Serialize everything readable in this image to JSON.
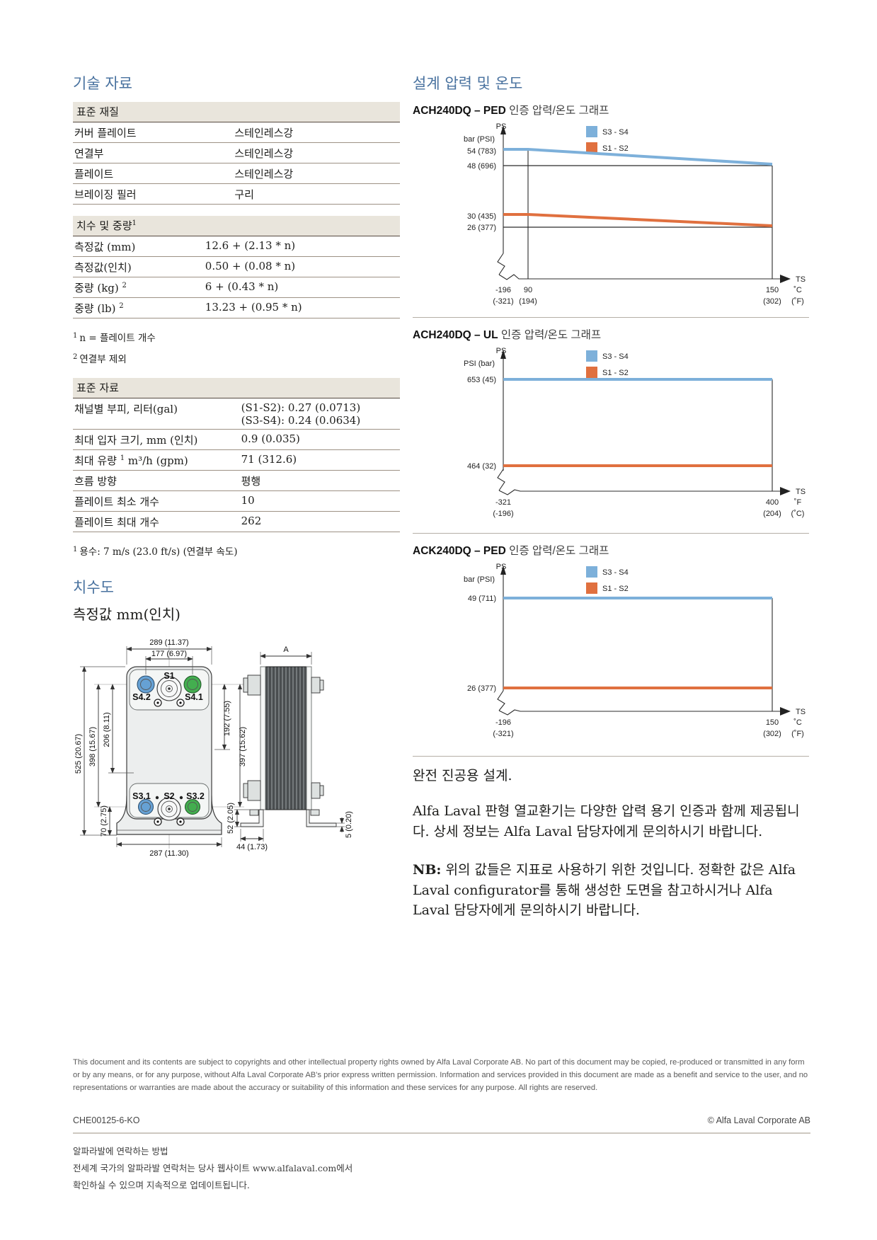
{
  "left": {
    "tech_title": "기술 자료",
    "materials": {
      "header": "표준 재질",
      "rows": [
        {
          "label": "커버 플레이트",
          "value": "스테인레스강"
        },
        {
          "label": "연결부",
          "value": "스테인레스강"
        },
        {
          "label": "플레이트",
          "value": "스테인레스강"
        },
        {
          "label": "브레이징 필러",
          "value": "구리"
        }
      ]
    },
    "dw": {
      "header": "치수 및 중량",
      "header_sup": "1",
      "rows": [
        {
          "label": "측정값 (mm)",
          "value": "12.6 + (2.13 * n)"
        },
        {
          "label": "측정값(인치)",
          "value": "0.50 + (0.08 * n)"
        },
        {
          "label": "중량 (kg)",
          "sup": "2",
          "value": "6 + (0.43 * n)"
        },
        {
          "label": "중량 (lb)",
          "sup": "2",
          "value": "13.23 + (0.95 * n)"
        }
      ],
      "footnotes": [
        {
          "sup": "1",
          "text": "n = 플레이트 개수"
        },
        {
          "sup": "2",
          "text": "연결부 제외"
        }
      ]
    },
    "std": {
      "header": "표준 자료",
      "rows": [
        {
          "label": "채널별 부피, 리터(gal)",
          "v1": "(S1-S2): 0.27 (0.0713)",
          "v2": "(S3-S4): 0.24 (0.0634)"
        },
        {
          "label": "최대 입자 크기, mm (인치)",
          "v1": "0.9 (0.035)"
        },
        {
          "label_pre": "최대 유량",
          "label_sup": "1",
          "label_post": " m³/h (gpm)",
          "v1": "71 (312.6)"
        },
        {
          "label": "흐름 방향",
          "v1": "평행"
        },
        {
          "label": "플레이트 최소 개수",
          "v1": "10"
        },
        {
          "label": "플레이트 최대 개수",
          "v1": "262"
        }
      ],
      "footnote": {
        "sup": "1",
        "text": "용수: 7 m/s (23.0 ft/s) (연결부 속도)"
      }
    },
    "dims_title": "치수도",
    "dims_subtitle": "측정값 mm(인치)",
    "drawing": {
      "dim_289": "289 (11.37)",
      "dim_177": "177 (6.97)",
      "dim_A": "A",
      "dim_525": "525 (20.67)",
      "dim_398": "398 (15.67)",
      "dim_206": "206 (8.11)",
      "dim_192": "192 (7.55)",
      "dim_397": "397 (15.62)",
      "dim_70": "70 (2.75)",
      "dim_287": "287 (11.30)",
      "dim_52": "52 (2.05)",
      "dim_44": "44 (1.73)",
      "dim_5": "5 (0.20)",
      "port_s1": "S1",
      "port_s42": "S4.2",
      "port_s41": "S4.1",
      "port_s31": "S3.1",
      "port_s2": "S2",
      "port_s32": "S3.2"
    }
  },
  "right": {
    "design_title": "설계 압력 및 온도",
    "charts": [
      {
        "model": "ACH240DQ – PED",
        "title_rest": " 인증 압력/온도 그래프",
        "legend1": "S3 - S4",
        "legend2": "S1 - S2",
        "ps": "PS",
        "ts": "TS",
        "y_unit": "bar (PSI)",
        "xu1": "˚C",
        "xu2": "(˚F)",
        "yticks": [
          "54  (783)",
          "48  (696)",
          "30  (435)",
          "26  (377)"
        ],
        "xt": [
          {
            "v": "-196",
            "s": "(-321)"
          },
          {
            "v": "90",
            "s": "(194)"
          },
          {
            "v": "150",
            "s": "(302)"
          }
        ]
      },
      {
        "model": "ACH240DQ – UL",
        "title_rest": " 인증 압력/온도 그래프",
        "legend1": "S3 - S4",
        "legend2": "S1 - S2",
        "ps": "PS",
        "ts": "TS",
        "y_unit": "PSI (bar)",
        "xu1": "˚F",
        "xu2": "(˚C)",
        "yticks": [
          "653 (45)",
          "464 (32)"
        ],
        "xt": [
          {
            "v": "-321",
            "s": "(-196)"
          },
          {
            "v": "400",
            "s": "(204)"
          }
        ]
      },
      {
        "model": "ACK240DQ – PED",
        "title_rest": " 인증 압력/온도 그래프",
        "legend1": "S3 - S4",
        "legend2": "S1 - S2",
        "ps": "PS",
        "ts": "TS",
        "y_unit": "bar (PSI)",
        "xu1": "˚C",
        "xu2": "(˚F)",
        "yticks": [
          "49  (711)",
          "26  (377)"
        ],
        "xt": [
          {
            "v": "-196",
            "s": "(-321)"
          },
          {
            "v": "150",
            "s": "(302)"
          }
        ]
      }
    ],
    "vacuum_note": "완전 진공용 설계.",
    "certs_paragraph": "Alfa Laval 판형 열교환기는 다양한 압력 용기 인증과 함께 제공됩니다. 상세 정보는 Alfa Laval 담당자에게 문의하시기 바랍니다.",
    "nb_label": "NB:",
    "nb_text": " 위의 값들은 지표로 사용하기 위한 것입니다. 정확한 값은 Alfa Laval configurator를 통해 생성한 도면을 참고하시거나 Alfa Laval 담당자에게 문의하시기 바랍니다."
  },
  "footer": {
    "legal": "This document and its contents are subject to copyrights and other intellectual property rights owned by Alfa Laval Corporate AB. No part of this document may be copied, re-produced or transmitted in any form or by any means, or for any purpose, without Alfa Laval Corporate AB's prior express written permission. Information and services provided in this document are made as a benefit and service to the user, and no representations or warranties are made about the accuracy or suitability of this information and these services for any purpose. All rights are reserved.",
    "doc_code": "CHE00125-6-KO",
    "copyright": "© Alfa Laval Corporate AB",
    "contact_title": "알파라발에 연락하는 방법",
    "contact_line2": "전세계 국가의 알파라발 연락처는 당사 웹사이트 www.alfalaval.com에서",
    "contact_line3": "확인하실 수 있으며 지속적으로 업데이트됩니다."
  },
  "colors": {
    "heading_blue": "#49729f",
    "series_blue": "#7db0da",
    "series_orange": "#e0703f",
    "table_header_bg": "#e9e5dc",
    "port_blue": "#66a1d4",
    "port_green": "#43ae4f"
  },
  "chart_data": [
    {
      "type": "line",
      "title": "ACH240DQ – PED 인증 압력/온도 그래프",
      "xlabel": "TS",
      "x_units": "°C (°F)",
      "ylabel": "PS",
      "y_units": "bar (PSI)",
      "series": [
        {
          "name": "S3 - S4",
          "color": "#7db0da",
          "points": [
            [
              -196,
              54
            ],
            [
              90,
              54
            ],
            [
              150,
              48
            ]
          ]
        },
        {
          "name": "S1 - S2",
          "color": "#e0703f",
          "points": [
            [
              -196,
              30
            ],
            [
              90,
              30
            ],
            [
              150,
              26
            ]
          ]
        }
      ],
      "y_ticks": [
        "54 (783)",
        "48 (696)",
        "30 (435)",
        "26 (377)"
      ],
      "x_ticks": [
        "-196 (-321)",
        "90 (194)",
        "150 (302)"
      ],
      "legend_position": "top-right",
      "grid": false
    },
    {
      "type": "line",
      "title": "ACH240DQ – UL 인증 압력/온도 그래프",
      "xlabel": "TS",
      "x_units": "°F (°C)",
      "ylabel": "PS",
      "y_units": "PSI (bar)",
      "series": [
        {
          "name": "S3 - S4",
          "color": "#7db0da",
          "points": [
            [
              -321,
              653
            ],
            [
              400,
              653
            ]
          ]
        },
        {
          "name": "S1 - S2",
          "color": "#e0703f",
          "points": [
            [
              -321,
              464
            ],
            [
              400,
              464
            ]
          ]
        }
      ],
      "y_ticks": [
        "653 (45)",
        "464 (32)"
      ],
      "x_ticks": [
        "-321 (-196)",
        "400 (204)"
      ],
      "legend_position": "top-right",
      "grid": false
    },
    {
      "type": "line",
      "title": "ACK240DQ – PED 인증 압력/온도 그래프",
      "xlabel": "TS",
      "x_units": "°C (°F)",
      "ylabel": "PS",
      "y_units": "bar (PSI)",
      "series": [
        {
          "name": "S3 - S4",
          "color": "#7db0da",
          "points": [
            [
              -196,
              49
            ],
            [
              150,
              49
            ]
          ]
        },
        {
          "name": "S1 - S2",
          "color": "#e0703f",
          "points": [
            [
              -196,
              26
            ],
            [
              150,
              26
            ]
          ]
        }
      ],
      "y_ticks": [
        "49 (711)",
        "26 (377)"
      ],
      "x_ticks": [
        "-196 (-321)",
        "150 (302)"
      ],
      "legend_position": "top-right",
      "grid": false
    }
  ]
}
